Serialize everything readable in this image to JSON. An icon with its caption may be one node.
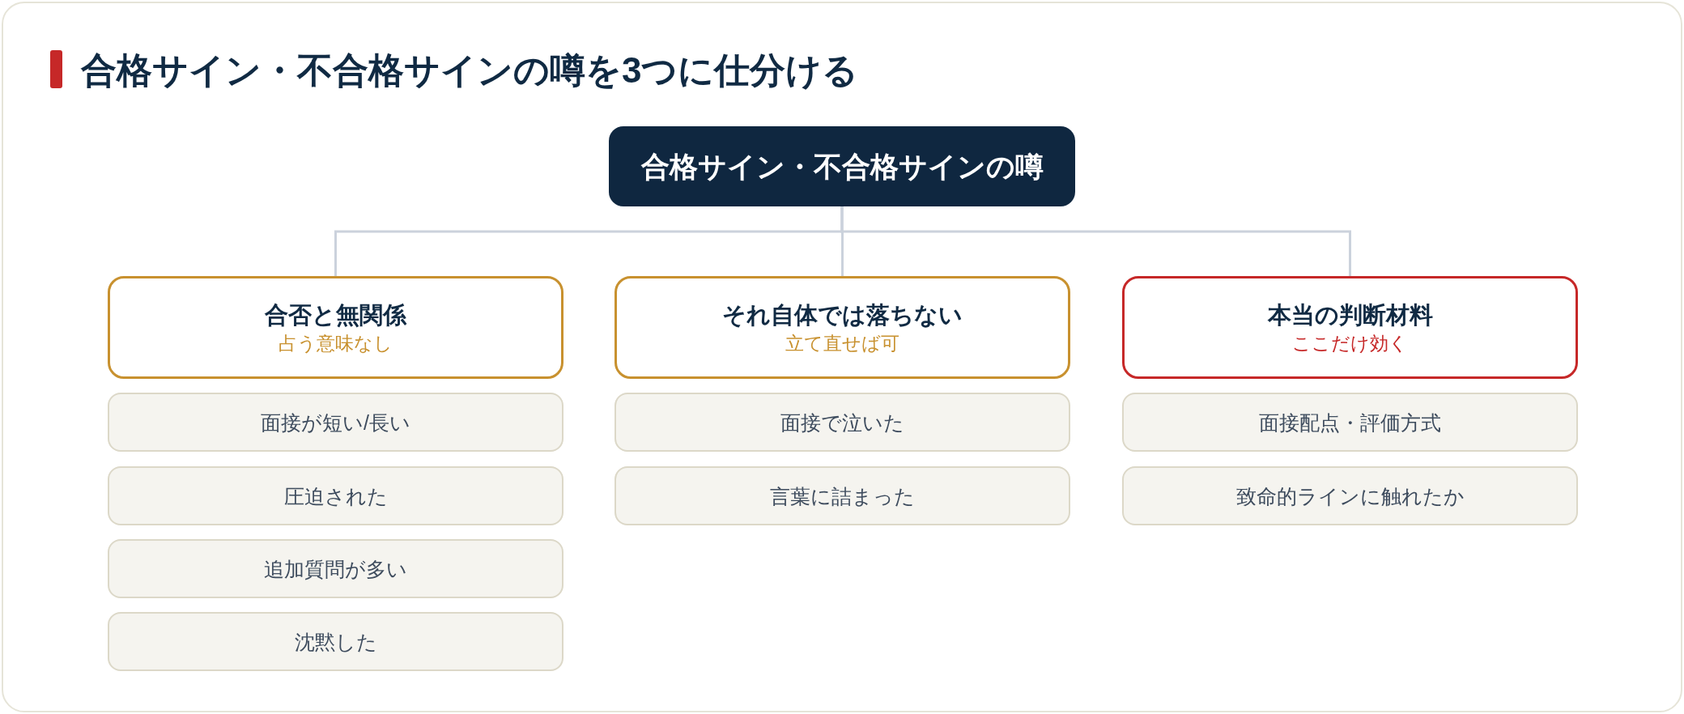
{
  "diagram": {
    "title": "合格サイン・不合格サインの噂を3つに仕分ける",
    "nodes": [
      {
        "text": [
          "合格サイン・不合格サインの噂"
        ]
      },
      {
        "text": [
          "合否と無関係",
          "占う意味なし"
        ]
      },
      {
        "text": [
          "面接が短い/長い"
        ]
      },
      {
        "text": [
          "圧迫された"
        ]
      },
      {
        "text": [
          "追加質問が多い"
        ]
      },
      {
        "text": [
          "沈黙した"
        ]
      },
      {
        "text": [
          "それ自体では落ちない",
          "立て直せば可"
        ]
      },
      {
        "text": [
          "面接で泣いた"
        ]
      },
      {
        "text": [
          "言葉に詰まった"
        ]
      },
      {
        "text": [
          "本当の判断材料",
          "ここだけ効く"
        ]
      },
      {
        "text": [
          "面接配点・評価方式"
        ]
      },
      {
        "text": [
          "致命的ラインに触れたか"
        ]
      }
    ],
    "edges": [
      {
        "from": 0,
        "to": 1,
        "arrow": "none"
      },
      {
        "from": 0,
        "to": 6,
        "arrow": "none"
      },
      {
        "from": 0,
        "to": 9,
        "arrow": "none"
      }
    ]
  }
}
